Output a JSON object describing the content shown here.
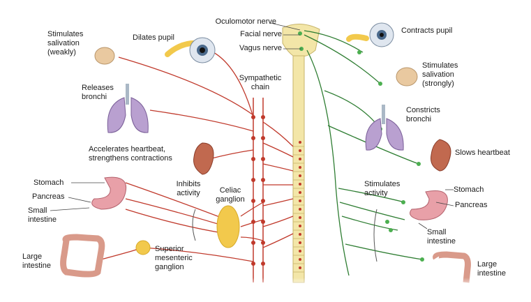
{
  "labels": {
    "oculomotor": "Oculomotor nerve",
    "facial": "Facial nerve",
    "vagus": "Vagus nerve",
    "salivation_weak": "Stimulates\nsalivation\n(weakly)",
    "dilates_pupil": "Dilates pupil",
    "sympathetic_chain": "Sympathetic\nchain",
    "releases_bronchi": "Releases\nbronchi",
    "accelerates": "Accelerates heartbeat,\nstrengthens contractions",
    "stomach_left": "Stomach",
    "pancreas_left": "Pancreas",
    "small_int_left": "Small\nintestine",
    "inhibits": "Inhibits\nactivity",
    "celiac": "Celiac\nganglion",
    "large_int_left": "Large\nintestine",
    "superior_mesenteric": "Superior\nmesenteric\nganglion",
    "contracts_pupil": "Contracts pupil",
    "salivation_strong": "Stimulates\nsalivation\n(strongly)",
    "constricts_bronchi": "Constricts\nbronchi",
    "slows_heartbeat": "Slows heartbeat",
    "stimulates_activity": "Stimulates\nactivity",
    "stomach_right": "Stomach",
    "pancreas_right": "Pancreas",
    "small_int_right": "Small\nintestine",
    "large_int_right": "Large\nintestine"
  },
  "colors": {
    "sympathetic": "#c0392b",
    "parasympathetic": "#2e7d32",
    "spinal_cord": "#f3e6a8",
    "ganglion": "#f2c94c"
  }
}
